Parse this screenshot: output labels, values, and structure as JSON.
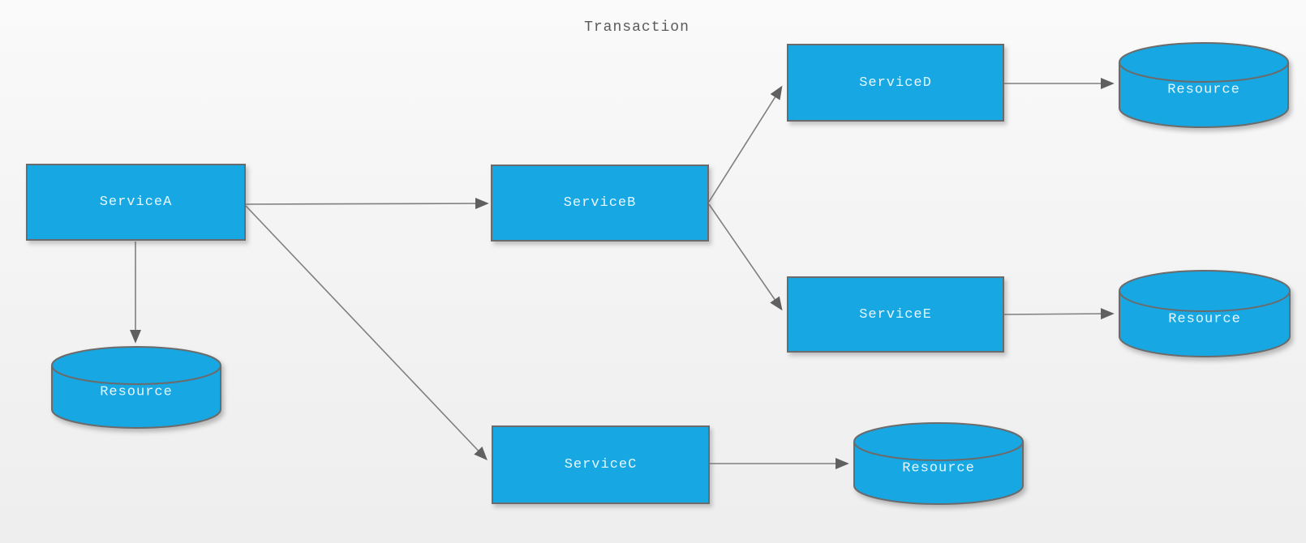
{
  "title": "Transaction",
  "colors": {
    "node_fill": "#17a8e3",
    "node_border": "#6b6b6b",
    "node_label": "#e6f7ff",
    "edge": "#7f7f7f",
    "arrowhead": "#606060",
    "title_text": "#5a5a5a",
    "background_top": "#fafafa",
    "background_bottom": "#eeeeee"
  },
  "nodes": [
    {
      "id": "service-a",
      "shape": "rectangle",
      "label": "ServiceA"
    },
    {
      "id": "service-b",
      "shape": "rectangle",
      "label": "ServiceB"
    },
    {
      "id": "service-c",
      "shape": "rectangle",
      "label": "ServiceC"
    },
    {
      "id": "service-d",
      "shape": "rectangle",
      "label": "ServiceD"
    },
    {
      "id": "service-e",
      "shape": "rectangle",
      "label": "ServiceE"
    },
    {
      "id": "resource-a",
      "shape": "cylinder",
      "label": "Resource"
    },
    {
      "id": "resource-d",
      "shape": "cylinder",
      "label": "Resource"
    },
    {
      "id": "resource-e",
      "shape": "cylinder",
      "label": "Resource"
    },
    {
      "id": "resource-c",
      "shape": "cylinder",
      "label": "Resource"
    }
  ],
  "edges": [
    {
      "from": "service-a",
      "to": "service-b"
    },
    {
      "from": "service-a",
      "to": "resource-a"
    },
    {
      "from": "service-a",
      "to": "service-c"
    },
    {
      "from": "service-b",
      "to": "service-d"
    },
    {
      "from": "service-b",
      "to": "service-e"
    },
    {
      "from": "service-d",
      "to": "resource-d"
    },
    {
      "from": "service-e",
      "to": "resource-e"
    },
    {
      "from": "service-c",
      "to": "resource-c"
    }
  ]
}
